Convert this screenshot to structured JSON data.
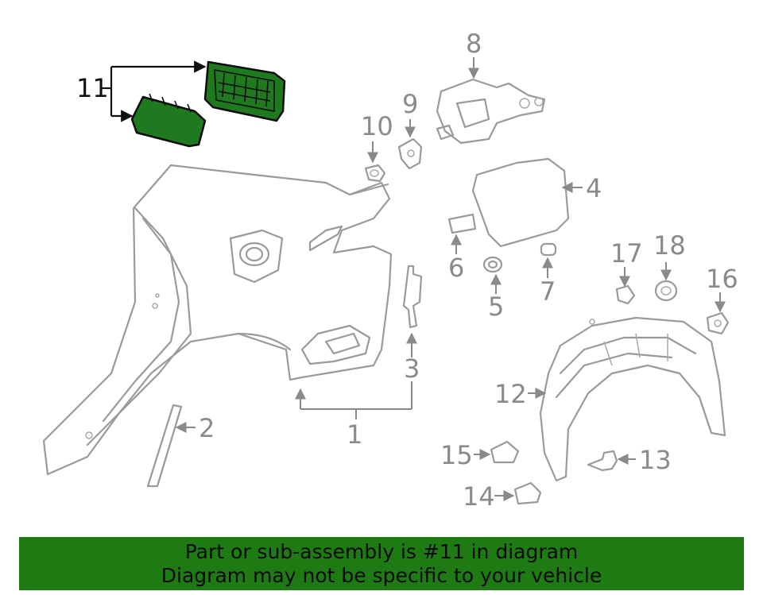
{
  "callouts": {
    "c1": "1",
    "c2": "2",
    "c3": "3",
    "c4": "4",
    "c5": "5",
    "c6": "6",
    "c7": "7",
    "c8": "8",
    "c9": "9",
    "c10": "10",
    "c11": "11",
    "c12": "12",
    "c13": "13",
    "c14": "14",
    "c15": "15",
    "c16": "16",
    "c17": "17",
    "c18": "18"
  },
  "highlight": {
    "part_number": "11",
    "color": "#1e7b14"
  },
  "banner": {
    "line1": "Part or sub-assembly is #11 in diagram",
    "line2": "Diagram may not be specific to your vehicle"
  }
}
